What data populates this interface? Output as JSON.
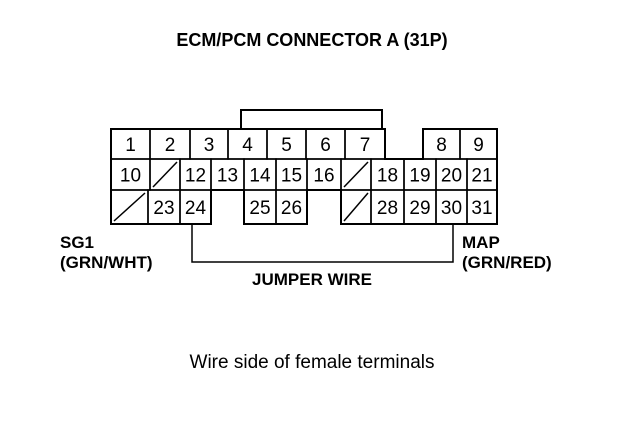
{
  "title": "ECM/PCM CONNECTOR A (31P)",
  "caption": "Wire side of female terminals",
  "labels": {
    "left_name": "SG1",
    "left_color": "(GRN/WHT)",
    "right_name": "MAP",
    "right_color": "(GRN/RED)",
    "jumper": "JUMPER WIRE"
  },
  "connector": {
    "pins": [
      "1",
      "2",
      "3",
      "4",
      "5",
      "6",
      "7",
      "8",
      "9",
      "10",
      "12",
      "13",
      "14",
      "15",
      "16",
      "18",
      "19",
      "20",
      "21",
      "23",
      "24",
      "25",
      "26",
      "28",
      "29",
      "30",
      "31"
    ],
    "empty_cavities": 4
  }
}
